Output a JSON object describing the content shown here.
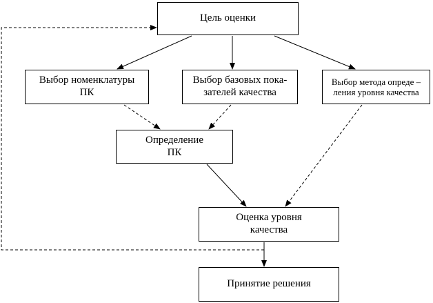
{
  "diagram": {
    "goal": {
      "lines": [
        "Цель оценки"
      ]
    },
    "nomenclature": {
      "lines": [
        "Выбор номенклатуры",
        "ПК"
      ]
    },
    "base_indicators": {
      "lines": [
        "Выбор базовых пока-",
        "зателей качества"
      ]
    },
    "method": {
      "lines": [
        "Выбор метода опреде –",
        "ления уровня качества"
      ]
    },
    "determination": {
      "lines": [
        "Определение",
        "ПК"
      ]
    },
    "assessment": {
      "lines": [
        "Оценка уровня",
        "качества"
      ]
    },
    "decision": {
      "lines": [
        "Принятие решения"
      ]
    }
  }
}
